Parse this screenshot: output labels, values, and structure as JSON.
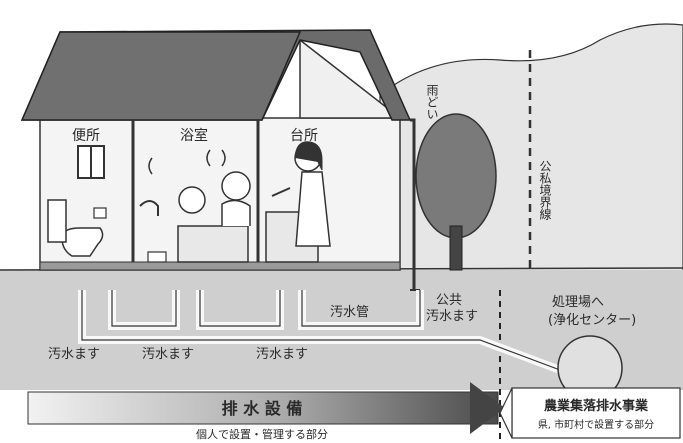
{
  "rooms": {
    "toilet": "便所",
    "bath": "浴室",
    "kitchen": "台所"
  },
  "labels": {
    "downspout": "雨どい",
    "boundary": "公私境界線",
    "sewer_pipe": "汚水管",
    "public_basin": [
      "公共",
      "汚水ます"
    ],
    "basin_1": "汚水ます",
    "basin_2": "汚水ます",
    "basin_3": "汚水ます",
    "to_plant": [
      "処理場へ",
      "(浄化センター)"
    ]
  },
  "banner": {
    "left_title": "排 水 設 備",
    "left_sub": "個人で設置・管理する部分",
    "right_title": "農業集落排水事業",
    "right_sub": "県, 市町村で設置する部分"
  },
  "colors": {
    "roof": "#6b6b6b",
    "ground": "#c9c9c9",
    "grass": "#d9d9d9",
    "line": "#3a3a3a",
    "banner_dark": "#555555",
    "tree": "#7a7a7a"
  }
}
